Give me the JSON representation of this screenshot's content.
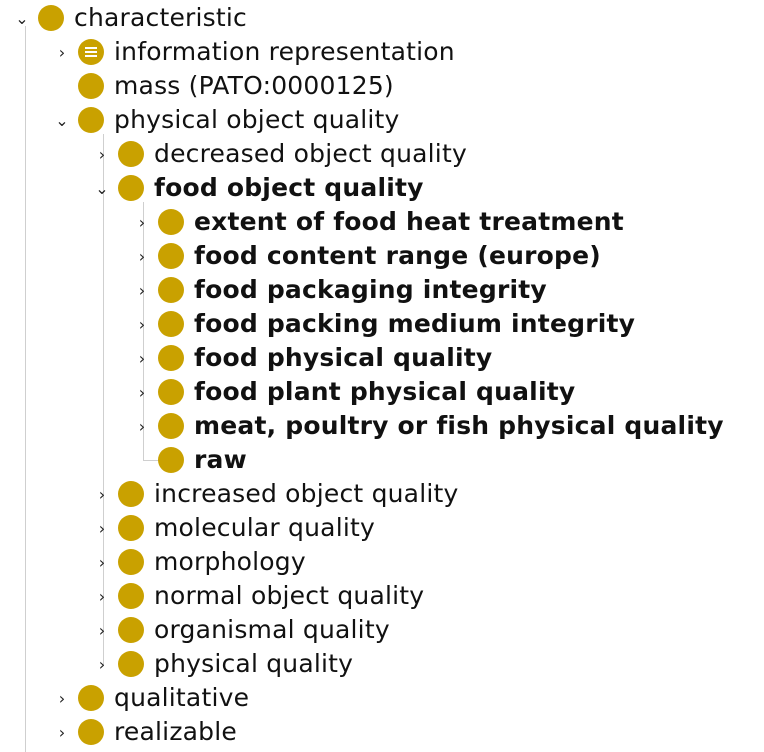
{
  "tree": {
    "root": {
      "label": "characteristic",
      "expanded": true
    },
    "level1": [
      {
        "label": "information representation",
        "icon": "document-class-icon"
      },
      {
        "label": "mass (PATO:0000125)",
        "icon": "class-icon"
      },
      {
        "label": "physical object quality",
        "icon": "class-icon",
        "expanded": true
      },
      {
        "label": "qualitative",
        "icon": "class-icon"
      },
      {
        "label": "realizable",
        "icon": "class-icon"
      }
    ],
    "level2": [
      {
        "label": "decreased object quality"
      },
      {
        "label": "food object quality",
        "expanded": true
      },
      {
        "label": "increased object quality"
      },
      {
        "label": "molecular quality"
      },
      {
        "label": "morphology"
      },
      {
        "label": "normal object quality"
      },
      {
        "label": "organismal quality"
      },
      {
        "label": "physical quality"
      }
    ],
    "level3": [
      {
        "label": "extent of food heat treatment"
      },
      {
        "label": "food content range (europe)"
      },
      {
        "label": "food packaging integrity"
      },
      {
        "label": "food packing medium integrity"
      },
      {
        "label": "food physical quality"
      },
      {
        "label": "food plant physical quality"
      },
      {
        "label": "meat, poultry or fish physical quality"
      },
      {
        "label": "raw"
      }
    ]
  },
  "colors": {
    "class_icon": "#c9a100",
    "tree_line": "#cfcfcf"
  }
}
